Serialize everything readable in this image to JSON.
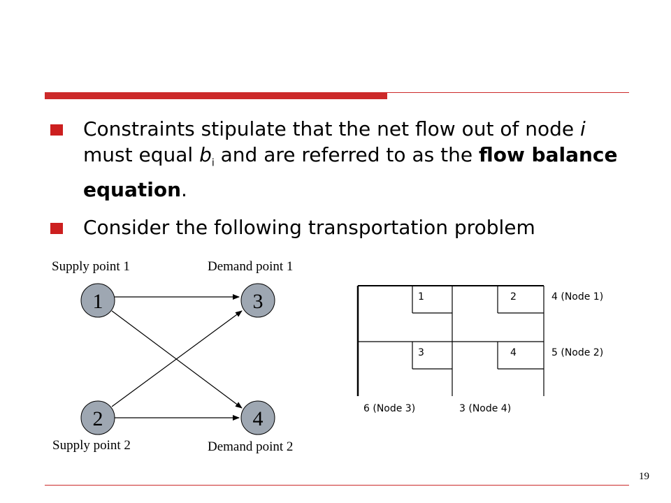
{
  "slide": {
    "page_number": "19",
    "bullets": [
      {
        "part1": "Constraints stipulate that the net flow out of node ",
        "italic_i": "i",
        "part2": " must equal ",
        "italic_b": "b",
        "sub_i": "i",
        "part3": " and are referred to as the ",
        "bold": "flow balance equation",
        "part4": "."
      },
      {
        "text": "Consider the following transportation problem"
      }
    ]
  },
  "network": {
    "nodes": [
      {
        "label": "1",
        "role": "Supply point 1"
      },
      {
        "label": "2",
        "role": "Supply point 2"
      },
      {
        "label": "3",
        "role": "Demand point 1"
      },
      {
        "label": "4",
        "role": "Demand point 2"
      }
    ],
    "node_color": "#9ea7b2"
  },
  "grid": {
    "cells": [
      "1",
      "2",
      "3",
      "4"
    ],
    "row_supplies": [
      "4 (Node 1)",
      "5 (Node 2)"
    ],
    "column_demands": [
      "6 (Node 3)",
      "3 (Node 4)"
    ]
  },
  "colors": {
    "accent": "#cc2a2a"
  }
}
